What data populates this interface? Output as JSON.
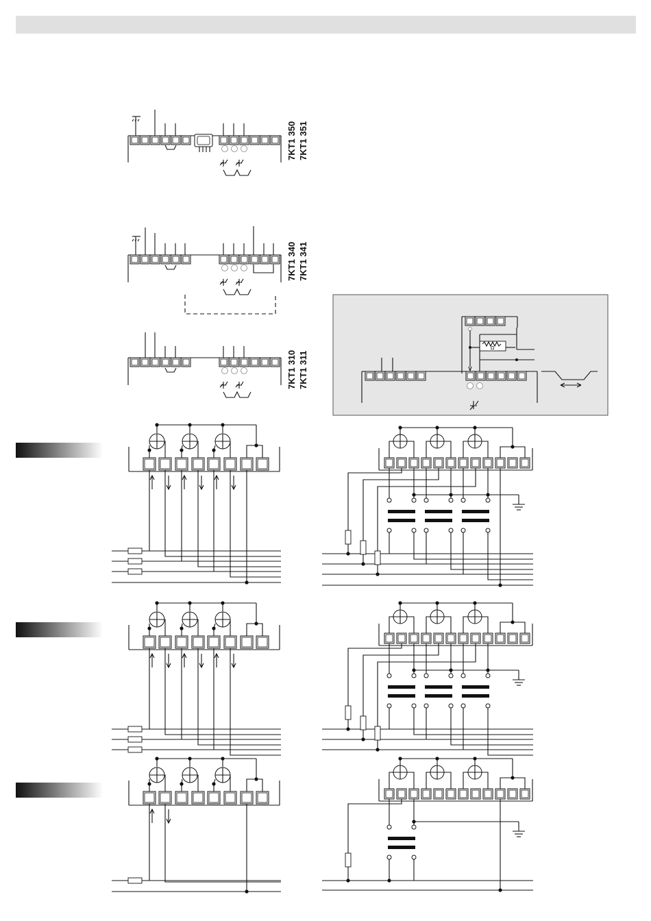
{
  "models": {
    "group1": [
      "7KT1 350",
      "7KT1 351"
    ],
    "group2": [
      "7KT1 340",
      "7KT1 341"
    ],
    "group3": [
      "7KT1 310",
      "7KT1 311"
    ]
  },
  "inset": {
    "omega_symbol": "Ω"
  },
  "icons": {
    "ground": "ground-icon",
    "meter": "meter-circle-icon",
    "fuse": "fuse-icon",
    "transformer": "current-transformer-icon"
  },
  "colors": {
    "header_bar": "#e0e0e0",
    "inset_bg": "#e6e6e6",
    "gradient_dark": "#111111",
    "gradient_light": "#ffffff"
  }
}
